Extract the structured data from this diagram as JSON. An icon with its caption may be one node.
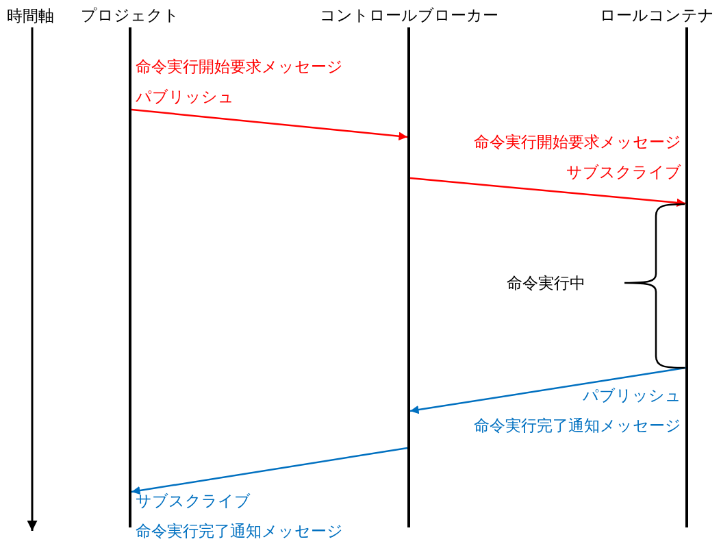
{
  "diagram": {
    "nodes": [
      {
        "text": [
          "プロジェクト"
        ]
      },
      {
        "text": [
          "コントロールブローカー"
        ]
      },
      {
        "text": [
          "ロールコンテナ"
        ]
      }
    ],
    "edges": [
      {
        "from": 0,
        "to": 1,
        "arrow": "to",
        "label": "命令実行開始要求メッセージパブリッシュ",
        "color": "#ff0000"
      },
      {
        "from": 1,
        "to": 2,
        "arrow": "to",
        "label": "命令実行開始要求メッセージサブスクライブ",
        "color": "#ff0000"
      },
      {
        "from": 2,
        "to": 1,
        "arrow": "to",
        "label": "パブリッシュ命令実行完了通知メッセージ",
        "color": "#0070c0"
      },
      {
        "from": 1,
        "to": 0,
        "arrow": "to",
        "label": "サブスクライブ命令実行完了通知メッセージ",
        "color": "#0070c0"
      }
    ],
    "labels": [
      "時間軸",
      "命令実行中"
    ]
  }
}
